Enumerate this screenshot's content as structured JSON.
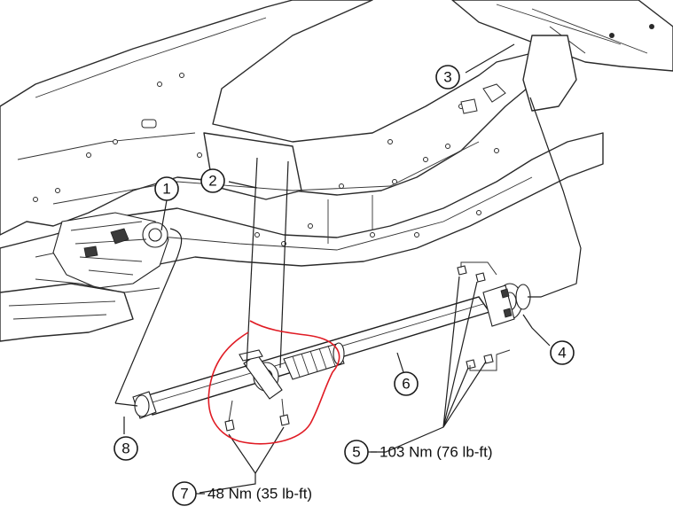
{
  "callouts": [
    {
      "id": "1",
      "label": "1"
    },
    {
      "id": "2",
      "label": "2"
    },
    {
      "id": "3",
      "label": "3"
    },
    {
      "id": "4",
      "label": "4"
    },
    {
      "id": "5",
      "label": "5"
    },
    {
      "id": "6",
      "label": "6"
    },
    {
      "id": "7",
      "label": "7"
    },
    {
      "id": "8",
      "label": "8"
    }
  ],
  "torque_specs": {
    "callout_5": "103 Nm (76 lb-ft)",
    "callout_7": "48 Nm (35 lb-ft)"
  },
  "colors": {
    "line_art": "#1f1f1f",
    "highlight_markup": "#e01b24",
    "background": "#ffffff"
  }
}
